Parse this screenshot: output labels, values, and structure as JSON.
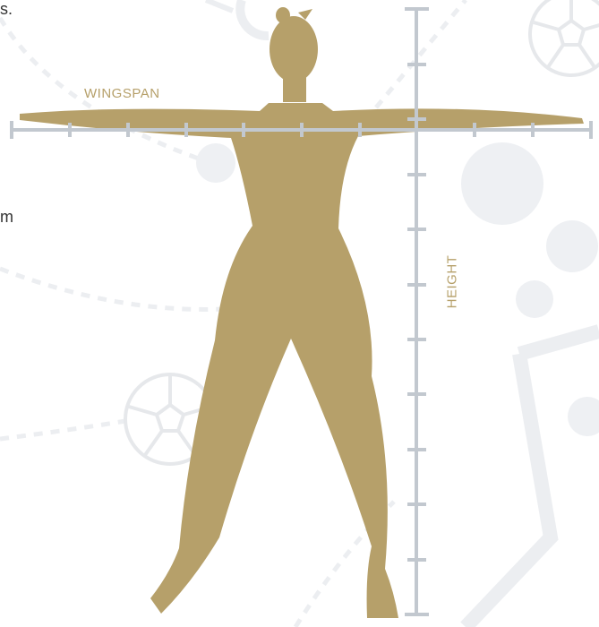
{
  "labels": {
    "wingspan": "WINGSPAN",
    "height": "HEIGHT"
  },
  "text_fragments": {
    "top_left": "s.",
    "middle_left": "m"
  },
  "colors": {
    "figure": "#b6a06a",
    "ruler": "#c2c8cf",
    "decor": "#eef0f3",
    "label": "#b6a06a"
  },
  "icons": [
    "soccer-ball-icon",
    "person-silhouette"
  ]
}
